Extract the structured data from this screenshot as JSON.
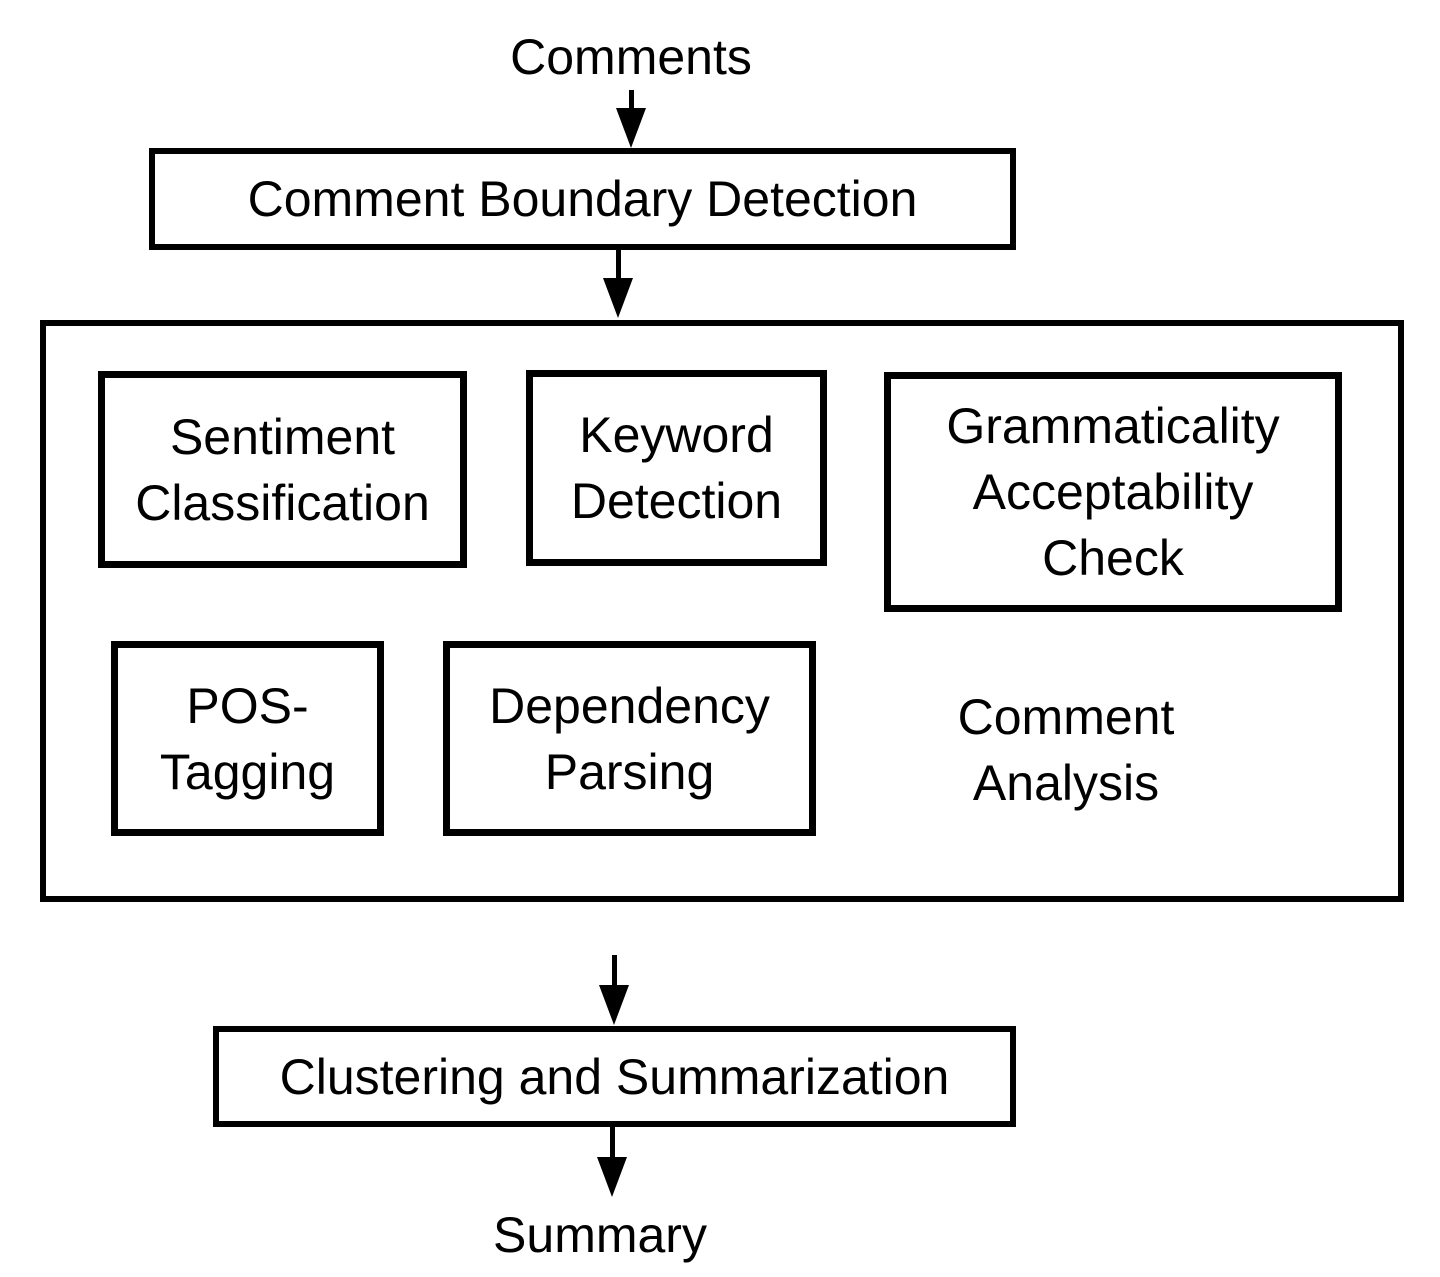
{
  "diagram": {
    "nodes": {
      "comments": "Comments",
      "boundary_detection": "Comment Boundary Detection",
      "sentiment_classification": "Sentiment\nClassification",
      "keyword_detection": "Keyword\nDetection",
      "grammaticality_check": "Grammaticality\nAcceptability\nCheck",
      "pos_tagging": "POS-\nTagging",
      "dependency_parsing": "Dependency\nParsing",
      "comment_analysis": "Comment\nAnalysis",
      "clustering_summarization": "Clustering and Summarization",
      "summary": "Summary"
    },
    "colors": {
      "stroke": "#000000",
      "text": "#000000",
      "background": "#ffffff"
    }
  }
}
